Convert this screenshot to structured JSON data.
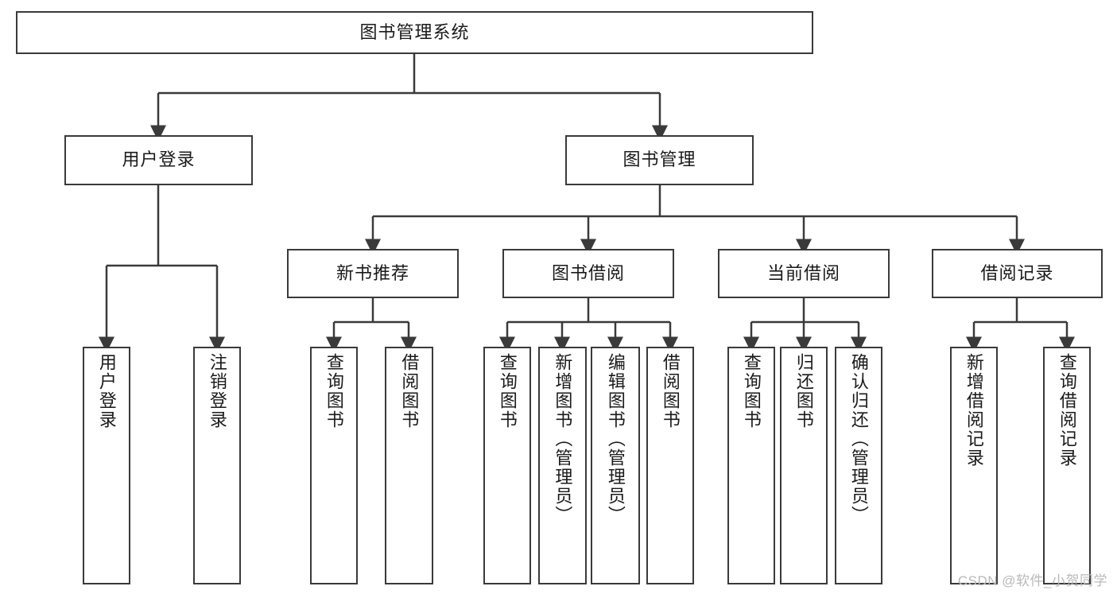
{
  "diagram": {
    "title": "图书管理系统",
    "watermark": "CSDN @软件_小贺同学",
    "stroke_color": "#3a3a3a",
    "fill_color": "#ffffff",
    "text_color": "#1a1a1a",
    "watermark_color": "#b9b9b9"
  },
  "nodes": {
    "root": {
      "label": "图书管理系统"
    },
    "level2": [
      {
        "label": "用户登录"
      },
      {
        "label": "图书管理"
      }
    ],
    "level3": [
      {
        "label": "新书推荐"
      },
      {
        "label": "图书借阅"
      },
      {
        "label": "当前借阅"
      },
      {
        "label": "借阅记录"
      }
    ],
    "leaves_user_login": [
      {
        "label": "用户登录"
      },
      {
        "label": "注销登录"
      }
    ],
    "leaves_new_book": [
      {
        "label": "查询图书"
      },
      {
        "label": "借阅图书"
      }
    ],
    "leaves_borrow": [
      {
        "label": "查询图书"
      },
      {
        "label": "新增图书（管理员）"
      },
      {
        "label": "编辑图书（管理员）"
      },
      {
        "label": "借阅图书"
      }
    ],
    "leaves_current": [
      {
        "label": "查询图书"
      },
      {
        "label": "归还图书"
      },
      {
        "label": "确认归还（管理员）"
      }
    ],
    "leaves_records": [
      {
        "label": "新增借阅记录"
      },
      {
        "label": "查询借阅记录"
      }
    ]
  }
}
